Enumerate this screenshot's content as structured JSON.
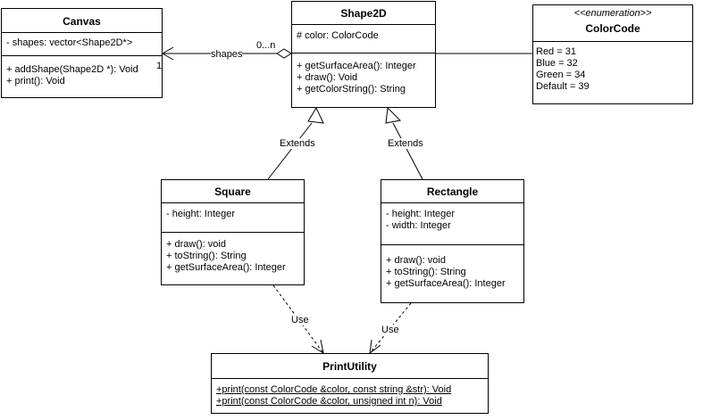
{
  "classes": {
    "canvas": {
      "name": "Canvas",
      "attributes": [
        "- shapes: vector<Shape2D*>"
      ],
      "methods": [
        "+ addShape(Shape2D *): Void",
        "+ print(): Void"
      ]
    },
    "shape2d": {
      "name": "Shape2D",
      "attributes": [
        "# color: ColorCode"
      ],
      "methods": [
        "+ getSurfaceArea(): Integer",
        "+ draw(): Void",
        "+ getColorString(): String"
      ]
    },
    "colorcode": {
      "stereotype": "<<enumeration>>",
      "name": "ColorCode",
      "literals": [
        "Red = 31",
        "Blue = 32",
        "Green = 34",
        "Default  = 39"
      ]
    },
    "square": {
      "name": "Square",
      "attributes": [
        "- height: Integer"
      ],
      "methods": [
        "+ draw(): void",
        "+ toString(): String",
        "+ getSurfaceArea(): Integer"
      ]
    },
    "rectangle": {
      "name": "Rectangle",
      "attributes": [
        "- height: Integer",
        "- width: Integer"
      ],
      "methods": [
        "+ draw(): void",
        "+ toString(): String",
        "+ getSurfaceArea(): Integer"
      ]
    },
    "printutility": {
      "name": "PrintUtility",
      "methods": [
        "+print(const ColorCode &color, const string &str): Void",
        "+print(const ColorCode &color, unsigned int n): Void"
      ]
    }
  },
  "relations": {
    "aggregation": {
      "label": "shapes",
      "source_multiplicity": "0...n",
      "target_multiplicity": "1"
    },
    "square_extends": {
      "label": "Extends"
    },
    "rectangle_extends": {
      "label": "Extends"
    },
    "square_use": {
      "label": "Use"
    },
    "rectangle_use": {
      "label": "Use"
    }
  },
  "colors": {
    "stroke": "#000000",
    "fill": "#ffffff"
  }
}
